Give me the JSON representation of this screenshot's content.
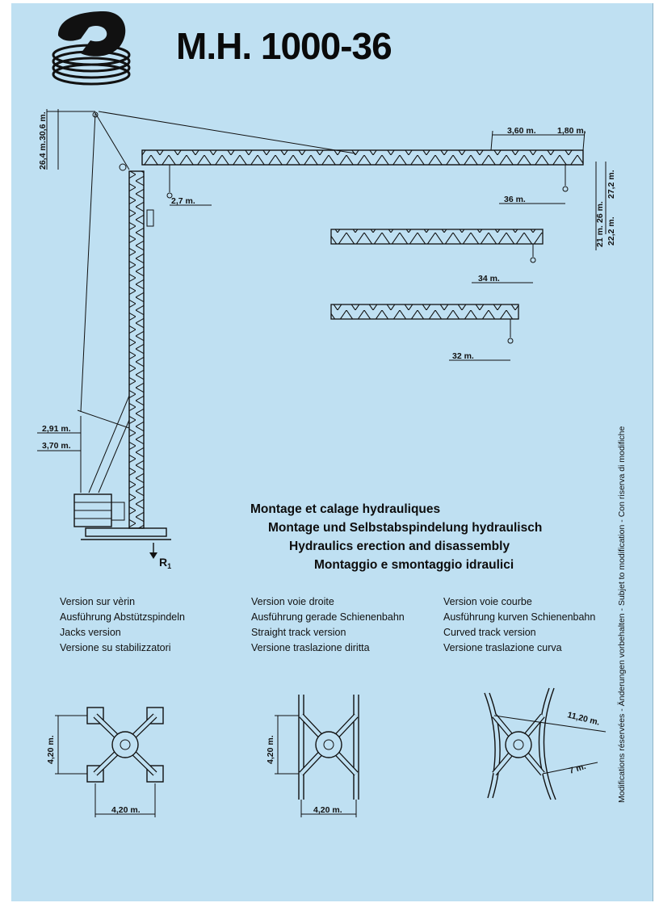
{
  "title": "M.H. 1000-36",
  "headings": [
    "Montage et calage hydrauliques",
    "Montage und Selbstabspindelung hydraulisch",
    "Hydraulics erection and disassembly",
    "Montaggio e smontaggio idraulici"
  ],
  "versions": [
    {
      "lines": [
        "Version sur vèrin",
        "Ausführung Abstützspindeln",
        "Jacks version",
        "Versione su stabilizzatori"
      ]
    },
    {
      "lines": [
        "Version voie droite",
        "Ausführung gerade Schienenbahn",
        "Straight track version",
        "Versione traslazione diritta"
      ]
    },
    {
      "lines": [
        "Version voie courbe",
        "Ausführung kurven Schienenbahn",
        "Curved track version",
        "Versione traslazione curva"
      ]
    }
  ],
  "side_note": "Modifications réservées - Änderungen vorbehalten - Subjet to modification - Con riserva di modifiche",
  "crane_dims": {
    "height_top": "30,6 m.",
    "height_under_jib": "26,4 m.",
    "offset_27": "2,7 m.",
    "jib_tip_360": "3,60 m.",
    "jib_tip_180": "1,80 m.",
    "reach_36": "36 m.",
    "reach_34": "34 m.",
    "reach_32": "32 m.",
    "hook_h_272": "27,2 m.",
    "hook_h_222": "22,2 m.",
    "hook_h_26": "26 m.",
    "hook_h_21": "21 m.",
    "ballast_291": "2,91 m.",
    "ballast_370": "3,70 m.",
    "reaction": "R",
    "reaction_sub": "1"
  },
  "base_dims": {
    "jacks_h": "4,20 m.",
    "jacks_w": "4,20 m.",
    "straight_h": "4,20 m.",
    "straight_w": "4,20 m.",
    "curved_r": "11,20 m.",
    "curved_w": "7 m."
  }
}
